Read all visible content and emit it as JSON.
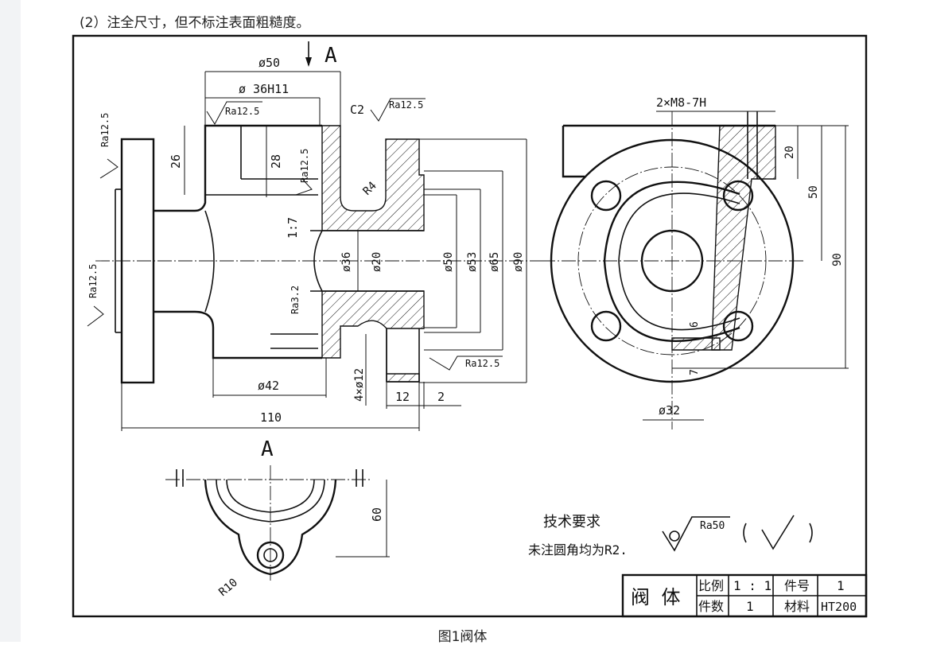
{
  "instruction": "(2）注全尺寸，但不标注表面粗糙度。",
  "caption": "图1阀体",
  "view_labels": {
    "section_a_top": "A",
    "view_a": "A"
  },
  "dimensions": {
    "d50_top": "ø50",
    "d36h11": "ø 36H11",
    "c2": "C2",
    "d26": "26",
    "d28": "28",
    "taper": "1:7",
    "r4": "R4",
    "d36": "ø36",
    "d20": "ø20",
    "d50": "ø50",
    "d53": "ø53",
    "d65": "ø65",
    "d90": "ø90",
    "d42": "ø42",
    "holes": "4×ø12",
    "d12": "12",
    "d2": "2",
    "d110": "110",
    "thread": "2×M8-7H",
    "d20_right": "20",
    "d50_right": "50",
    "d90_right": "90",
    "d6": "6",
    "d7": "7",
    "d32": "ø32",
    "d60": "60",
    "r10": "R10"
  },
  "roughness": {
    "ra125_a": "Ra12.5",
    "ra125_b": "Ra12.5",
    "ra125_c": "Ra12.5",
    "ra125_d": "Ra12.5",
    "ra125_e": "Ra12.5",
    "ra125_f": "Ra12.5",
    "ra32": "Ra3.2",
    "ra50": "Ra50"
  },
  "notes": {
    "title": "技术要求",
    "line1": "未注圆角均为R2."
  },
  "title_block": {
    "name": "阀 体",
    "scale_label": "比例",
    "scale_value": "1 : 1",
    "qty_label": "件数",
    "qty_value": "1",
    "part_no_label": "件号",
    "part_no_value": "1",
    "material_label": "材料",
    "material_value": "HT200"
  },
  "colors": {
    "line": "#111111",
    "background": "#ffffff",
    "strip": "#f2f3f5"
  }
}
